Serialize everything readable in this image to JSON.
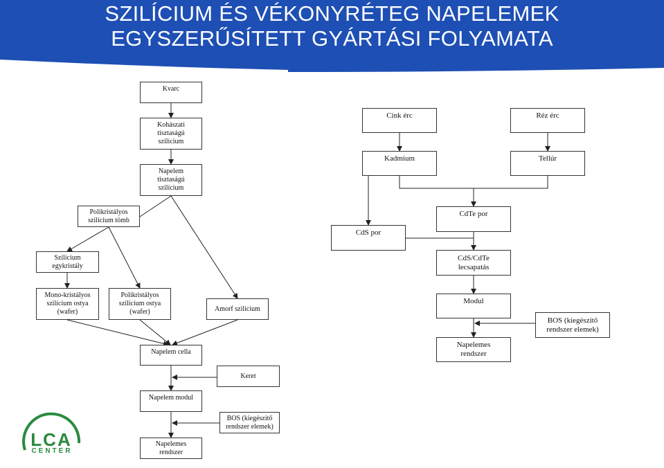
{
  "header": {
    "title_line1": "SZILÍCIUM ÉS VÉKONYRÉTEG NAPELEMEK",
    "title_line2": "EGYSZERŰSÍTETT GYÁRTÁSI FOLYAMATA",
    "band_color": "#1e4fb4"
  },
  "silicon": {
    "kvarc": "Kvarc",
    "kohaszati": "Kohászati\ntisztaságú\nszilícium",
    "napelem_tisztasagu": "Napelem\ntisztaságú\nszilícium",
    "polikristalyos_tomb": "Polikristályos\nszilícium tömb",
    "egykristaly": "Szilícium\negykristály",
    "mono_ostya": "Mono-kristályos\nszilícium ostya\n(wafer)",
    "poli_ostya": "Polikristályos\nszilícium ostya\n(wafer)",
    "amorf": "Amorf szilícium",
    "napelem_cella": "Napelem cella",
    "keret": "Keret",
    "napelem_modul": "Napelem modul",
    "bos": "BOS (kiegészítő\nrendszer elemek)",
    "napelemes_rendszer": "Napelemes\nrendszer"
  },
  "thinfilm": {
    "cink_erc": "Cink érc",
    "rez_erc": "Réz érc",
    "kadmium": "Kadmium",
    "tellur": "Tellúr",
    "cds_por": "CdS por",
    "cdte_por": "CdTe por",
    "lecsapatas": "CdS/CdTe\nlecsapatás",
    "modul": "Modul",
    "bos": "BOS (kiegészítő\nrendszer elemek)",
    "napelemes_rendszer": "Napelemes\nrendszer"
  },
  "logo": {
    "mark": "LCA",
    "text": "CENTER",
    "color": "#2a8a3e"
  }
}
